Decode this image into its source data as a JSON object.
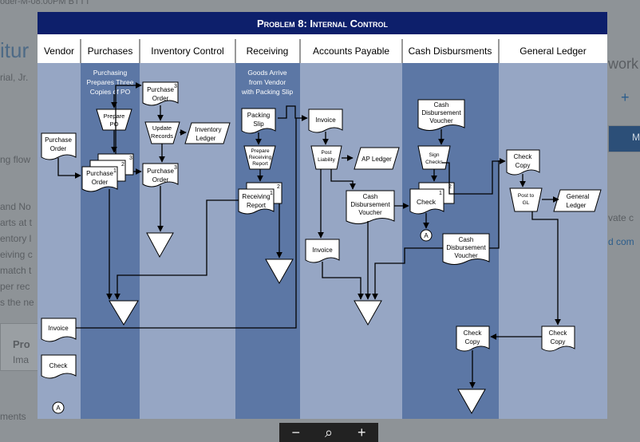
{
  "background": {
    "top_text": "oder-M-08:00PM BTTT",
    "left_big": "itur",
    "left_lines": [
      "rial, Jr.",
      "ng flow",
      "and No",
      "arts at t",
      "entory l",
      "eiving c",
      "match t",
      "per rec",
      "s the ne"
    ],
    "left_card_title": "Pro",
    "left_card_sub": "Ima",
    "left_bottom": "ments",
    "right_lines": [
      "work",
      "+",
      "M",
      "vate c",
      "d com"
    ]
  },
  "title": "Problem 8: Internal Control",
  "columns": [
    "Vendor",
    "Purchases",
    "Inventory Control",
    "Receiving",
    "Accounts Payable",
    "Cash Disbursments",
    "General Ledger"
  ],
  "notes": {
    "purchasing": [
      "Purchasing",
      "Prepares Three",
      "Copies of PO"
    ],
    "goods": [
      "Goods Arrive",
      "from Vendor",
      "with Packing Slip"
    ]
  },
  "docs": {
    "purchase_order": [
      "Purchase",
      "Order"
    ],
    "po_copy": "3",
    "copy_1": "1",
    "copy_2": "2",
    "copy_3": "3",
    "inventory_ledger": [
      "Inventory",
      "Ledger"
    ],
    "packing_slip": [
      "Packing",
      "Slip"
    ],
    "receiving_report": [
      "Receiving",
      "Report"
    ],
    "invoice": "Invoice",
    "ap_ledger": "AP Ledger",
    "cash_voucher": [
      "Cash",
      "Disbursement",
      "Voucher"
    ],
    "check": "Check",
    "check_copy": [
      "Check",
      "Copy"
    ],
    "general_ledger": [
      "General",
      "Ledger"
    ]
  },
  "processes": {
    "prepare_po": [
      "Prepare",
      "PO"
    ],
    "update_records": [
      "Update",
      "Records"
    ],
    "prepare_receiving": [
      "Prepare",
      "Receiving",
      "Report"
    ],
    "post_liability": [
      "Post",
      "Liability"
    ],
    "sign_checks": [
      "Sign",
      "Checks"
    ],
    "post_gl": [
      "Post to",
      "GL"
    ]
  },
  "connector": "A",
  "zoom": {
    "minus": "−",
    "search": "⌕",
    "plus": "+"
  },
  "colors": {
    "title_bar": "#0d1f6b",
    "dark_column": "#5c77a5",
    "light_column": "#96a6c4",
    "header_bg": "#ffffff"
  }
}
